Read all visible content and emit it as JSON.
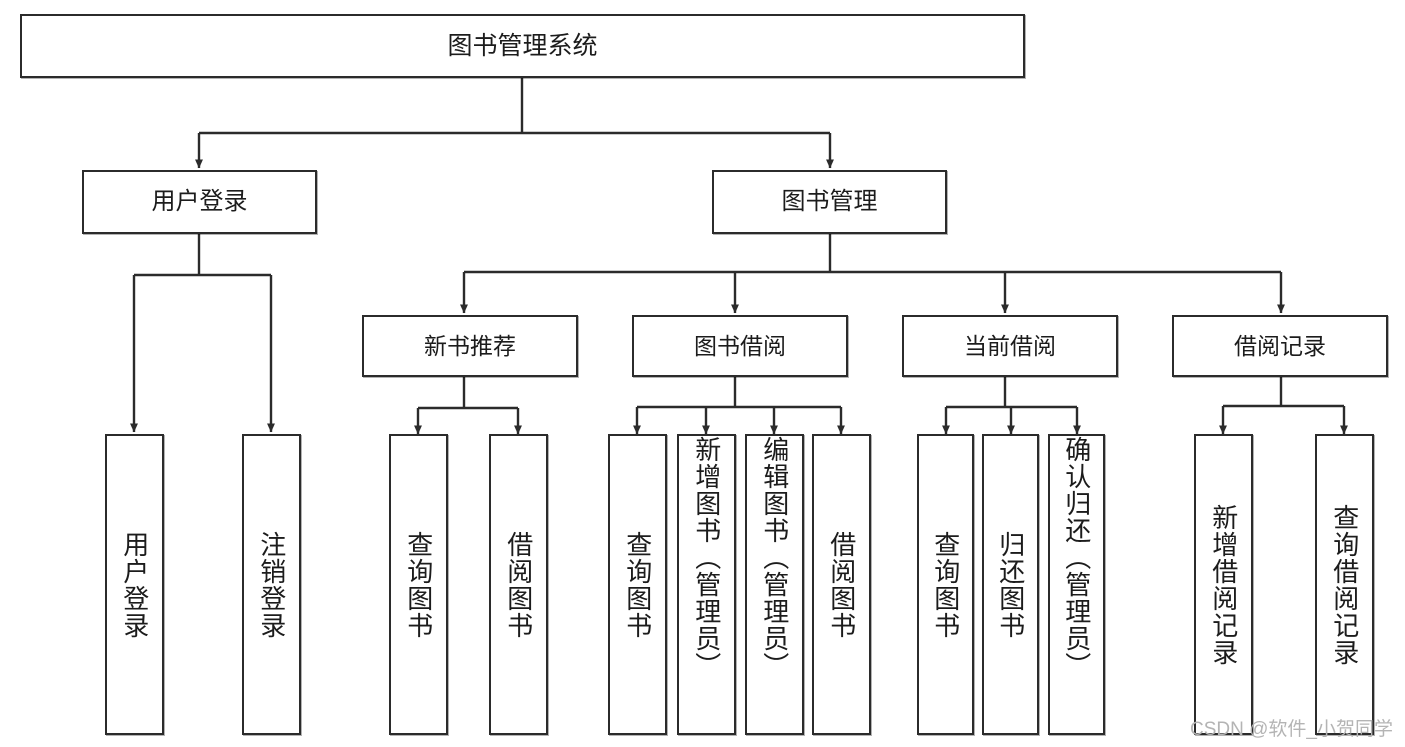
{
  "diagram": {
    "title": "图书管理系统",
    "type": "tree-hierarchy",
    "watermark": "CSDN @软件_小贺同学",
    "colors": {
      "node_border": "#2b2b2b",
      "node_fill": "#ffffff",
      "edge": "#2b2b2b",
      "text": "#1c1c1c",
      "watermark": "#b4b4b4",
      "background": "#ffffff"
    }
  },
  "root": {
    "label": "图书管理系统"
  },
  "level1": [
    {
      "label": "用户登录"
    },
    {
      "label": "图书管理"
    }
  ],
  "level2": [
    {
      "label": "新书推荐"
    },
    {
      "label": "图书借阅"
    },
    {
      "label": "当前借阅"
    },
    {
      "label": "借阅记录"
    }
  ],
  "leaves": {
    "user_login": [
      {
        "label": "用户登录"
      },
      {
        "label": "注销登录"
      }
    ],
    "new_book_recommend": [
      {
        "label": "查询图书"
      },
      {
        "label": "借阅图书"
      }
    ],
    "book_borrow": [
      {
        "label": "查询图书"
      },
      {
        "label": "新增图书（管理员）"
      },
      {
        "label": "编辑图书（管理员）"
      },
      {
        "label": "借阅图书"
      }
    ],
    "current_borrow": [
      {
        "label": "查询图书"
      },
      {
        "label": "归还图书"
      },
      {
        "label": "确认归还（管理员）"
      }
    ],
    "borrow_record": [
      {
        "label": "新增借阅记录"
      },
      {
        "label": "查询借阅记录"
      }
    ]
  }
}
